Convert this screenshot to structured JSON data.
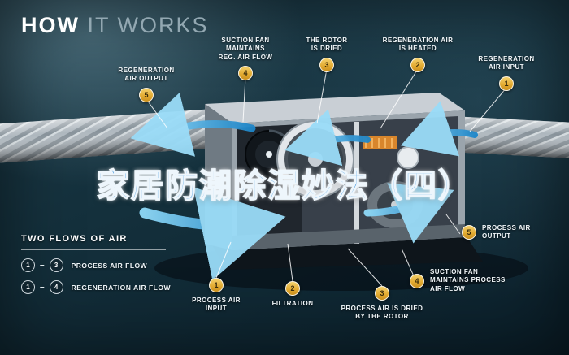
{
  "title": {
    "word1": "HOW",
    "word2": "IT WORKS"
  },
  "overlay": {
    "text": "家居防潮除湿妙法（四）",
    "color": "#1b82d8"
  },
  "callouts": [
    {
      "number": "5",
      "label": "REGENERATION\nAIR OUTPUT"
    },
    {
      "number": "4",
      "label": "SUCTION FAN\nMAINTAINS\nREG. AIR FLOW"
    },
    {
      "number": "3",
      "label": "THE ROTOR\nIS DRIED"
    },
    {
      "number": "2",
      "label": "REGENERATION AIR\nIS HEATED"
    },
    {
      "number": "1",
      "label": "REGENERATION\nAIR INPUT"
    },
    {
      "number": "5",
      "label": "PROCESS AIR\nOUTPUT"
    },
    {
      "number": "4",
      "label": "SUCTION FAN\nMAINTAINS PROCESS\nAIR FLOW"
    },
    {
      "number": "3",
      "label": "PROCESS AIR IS DRIED\nBY THE ROTOR"
    },
    {
      "number": "2",
      "label": "FILTRATION"
    },
    {
      "number": "1",
      "label": "PROCESS AIR\nINPUT"
    }
  ],
  "legend": {
    "heading": "TWO FLOWS OF AIR",
    "dash": "–",
    "items": [
      {
        "from": "1",
        "to": "3",
        "label": "PROCESS AIR FLOW"
      },
      {
        "from": "1",
        "to": "4",
        "label": "REGENERATION AIR FLOW"
      }
    ]
  },
  "colors": {
    "background": "#14303c",
    "badge_gold": "#e2a92f",
    "arrow_blue": "#2f9fe0",
    "headline_blue": "#1b82d8"
  }
}
